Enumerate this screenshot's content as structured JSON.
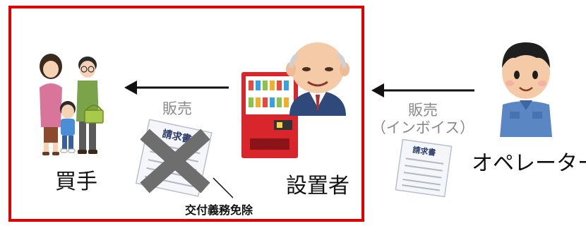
{
  "labels": {
    "buyer": "買手",
    "installer": "設置者",
    "operator": "オペレーター",
    "sale_left": "販売",
    "sale_right_line1": "販売",
    "sale_right_line2": "（インボイス）",
    "exemption": "交付義務免除",
    "invoice_left_title": "請求書",
    "invoice_right_title": "請求書"
  },
  "colors": {
    "frame": "#e00000",
    "cross": "#6e6e6e",
    "arrow": "#111111",
    "vending_machine": "#d8262c"
  },
  "icons": {
    "family": "family-icon",
    "installer_man": "elderly-man-icon",
    "vending_machine": "vending-machine-icon",
    "operator": "operator-worker-icon",
    "invoice_crossed": "invoice-crossed-icon",
    "invoice": "invoice-icon"
  }
}
